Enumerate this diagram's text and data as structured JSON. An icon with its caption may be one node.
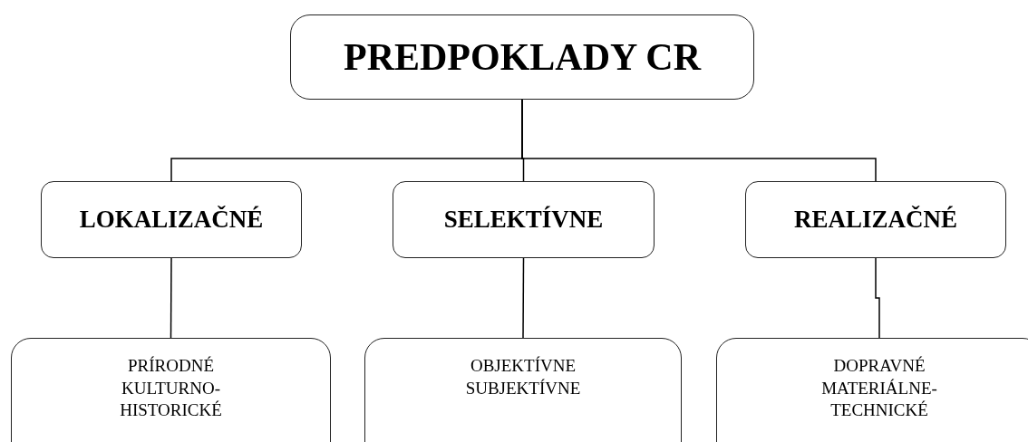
{
  "diagram": {
    "nodes": [
      {
        "text": [
          "PREDPOKLADY CR"
        ]
      },
      {
        "text": [
          "LOKALIZAČNÉ"
        ]
      },
      {
        "text": [
          "SELEKTÍVNE"
        ]
      },
      {
        "text": [
          "REALIZAČNÉ"
        ]
      },
      {
        "text": [
          "PRÍRODNÉ",
          "KULTURNO-HISTORICKÉ"
        ]
      },
      {
        "text": [
          "OBJEKTÍVNE",
          "SUBJEKTÍVNE"
        ]
      },
      {
        "text": [
          "DOPRAVNÉ",
          "MATERIÁLNE-TECHNICKÉ"
        ]
      }
    ],
    "edges": [
      {
        "from": 0,
        "to": 1,
        "arrow": "none"
      },
      {
        "from": 0,
        "to": 2,
        "arrow": "none"
      },
      {
        "from": 0,
        "to": 3,
        "arrow": "none"
      },
      {
        "from": 1,
        "to": 4,
        "arrow": "none"
      },
      {
        "from": 2,
        "to": 5,
        "arrow": "none"
      },
      {
        "from": 3,
        "to": 6,
        "arrow": "none"
      }
    ]
  }
}
